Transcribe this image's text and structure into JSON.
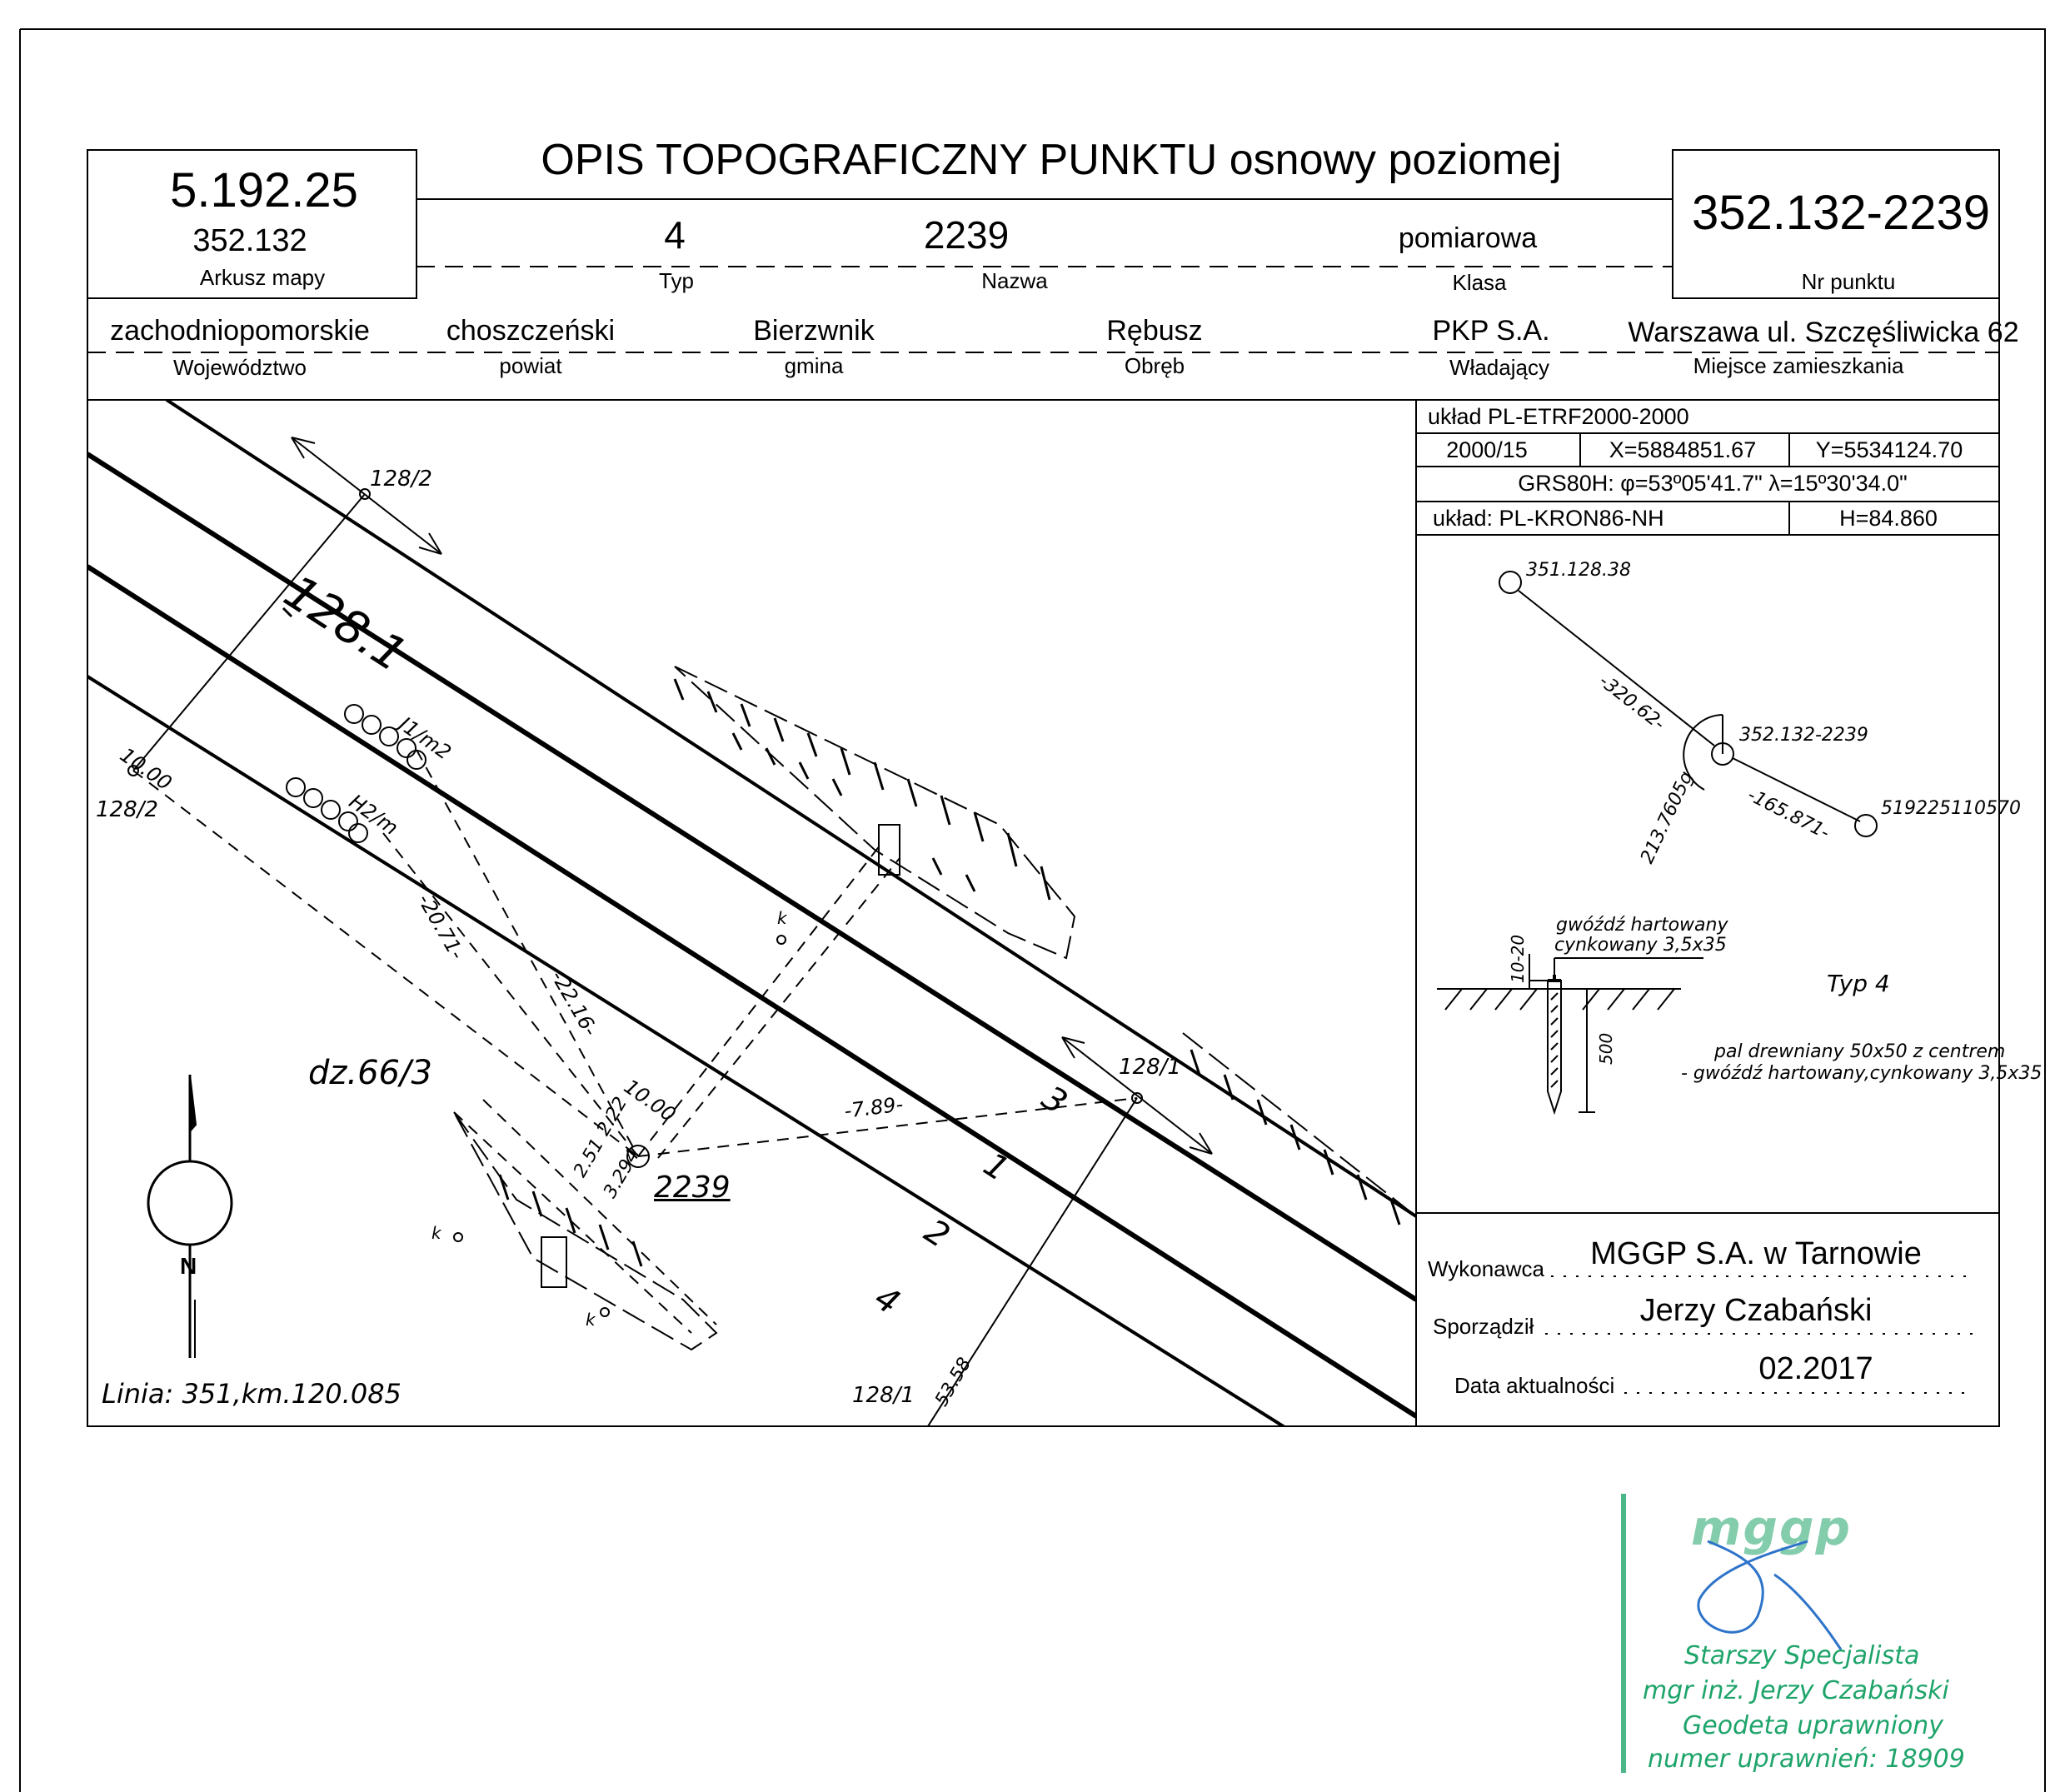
{
  "header": {
    "title": "OPIS TOPOGRAFICZNY PUNKTU osnowy poziomej",
    "sheet_number": "5.192.25",
    "sheet_sub": "352.132",
    "sheet_label": "Arkusz mapy",
    "point_number": "352.132-2239",
    "point_number_label": "Nr punktu",
    "type_value": "4",
    "type_label": "Typ",
    "name_value": "2239",
    "name_label": "Nazwa",
    "class_value": "pomiarowa",
    "class_label": "Klasa"
  },
  "admin": {
    "voivodeship": "zachodniopomorskie",
    "voivodeship_label": "Województwo",
    "county": "choszczeński",
    "county_label": "powiat",
    "commune": "Bierzwnik",
    "commune_label": "gmina",
    "precinct": "Rębusz",
    "precinct_label": "Obręb",
    "owner": "PKP S.A.",
    "owner_label": "Władający",
    "residence": "Warszawa ul. Szczęśliwicka 62",
    "residence_label": "Miejsce zamieszkania"
  },
  "coords": {
    "system": "układ PL-ETRF2000-2000",
    "zone": "2000/15",
    "x": "X=5884851.67",
    "y": "Y=5534124.70",
    "grs": "GRS80H: φ=53º05'41.7\" λ=15º30'34.0\"",
    "height_system": "układ: PL-KRON86-NH",
    "height": "H=84.860"
  },
  "sketch": {
    "point_a": "351.128.38",
    "point_center": "352.132-2239",
    "point_b": "519225110570",
    "distance_a": "-320.62-",
    "distance_b": "-165.871-",
    "angle": "213.7605g",
    "nail_label_1": "gwóźdź hartowany",
    "nail_label_2": "cynkowany 3,5x35",
    "dim_top": "10-20",
    "dim_depth": "500",
    "type_text": "Typ 4",
    "desc_1": "pal drewniany 50x50 z centrem",
    "desc_2": "- gwóźdź hartowany,cynkowany 3,5x35"
  },
  "signoff": {
    "contractor_label": "Wykonawca",
    "contractor": "MGGP S.A.  w Tarnowie",
    "author_label": "Sporządził",
    "author": "Jerzy Czabański",
    "date_label": "Data aktualności",
    "date": "02.2017"
  },
  "map": {
    "km_top": "128/2",
    "km_left": "128/2",
    "km_right": "128/1",
    "km_bottom": "128/1",
    "km_big": "128.1",
    "parcel": "dz.66/3",
    "point": "2239",
    "line_info": "Linia: 351,km.120.085",
    "track_1": "1",
    "track_2": "2",
    "track_3": "3",
    "track_4": "4",
    "signal_1": "J1/m2",
    "signal_2": "H2/m",
    "d_2071": "-20.71-",
    "d_2216": "-22.16-",
    "d_789": "-7.89-",
    "d_1000a": "10.00",
    "d_1000b": "10.00",
    "d_3294": "3.294",
    "d_222": "2.22",
    "d_251": "2.51",
    "d_5358": "53.58",
    "k1": "k",
    "k2": "k",
    "k3": "k",
    "north": "N"
  },
  "stamp": {
    "logo": "mggp",
    "line1": "Starszy Specjalista",
    "line2": "mgr inż. Jerzy Czabański",
    "line3": "Geodeta uprawniony",
    "line4": "numer uprawnień: 18909"
  }
}
